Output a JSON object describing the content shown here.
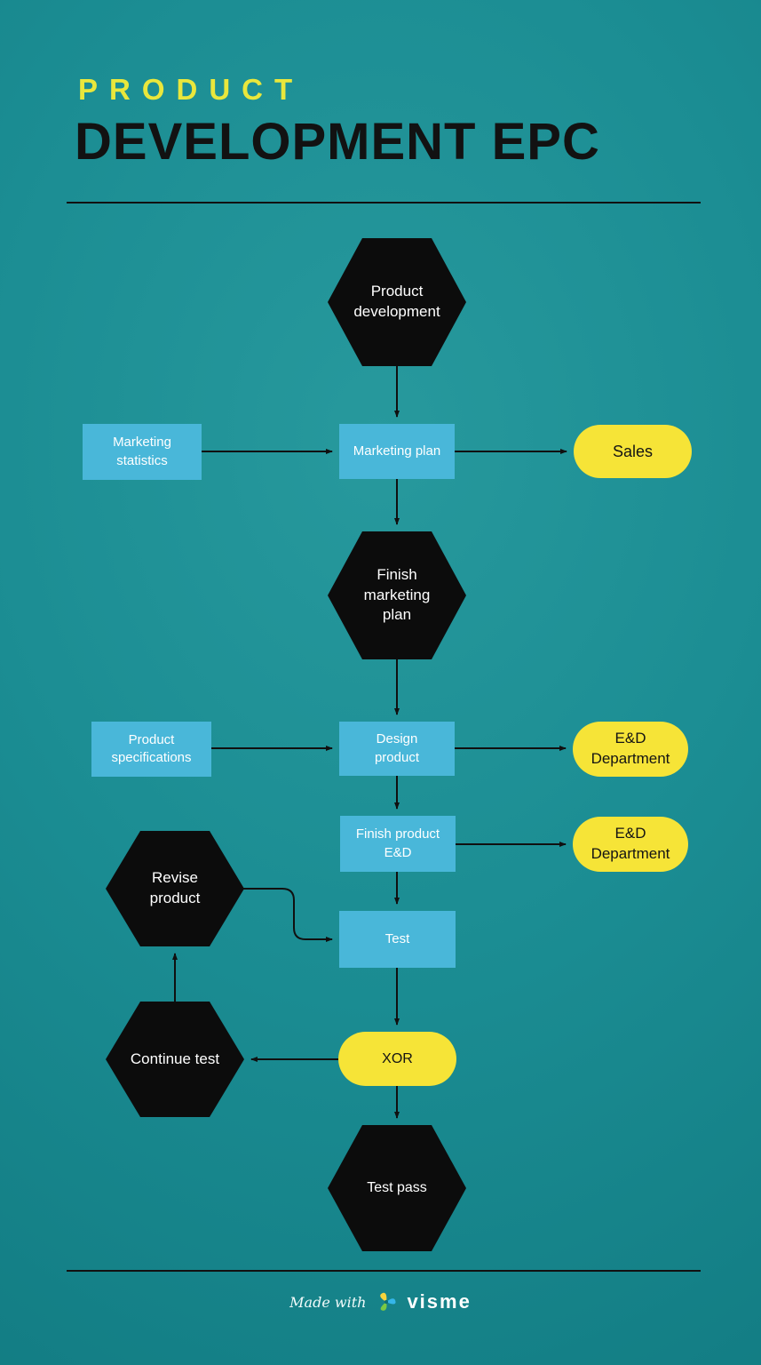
{
  "title": {
    "kicker": "PRODUCT",
    "main": "DEVELOPMENT EPC"
  },
  "diagram": {
    "product_development": "Product development",
    "marketing_statistics": "Marketing statistics",
    "marketing_plan": "Marketing plan",
    "sales": "Sales",
    "finish_marketing_plan": "Finish marketing plan",
    "product_specifications": "Product specifications",
    "design_product": "Design product",
    "ed_department_top": "E&D Department",
    "finish_product_ed": "Finish product E&D",
    "ed_department_bottom": "E&D Department",
    "revise_product": "Revise product",
    "test": "Test",
    "continue_test": "Continue test",
    "xor": "XOR",
    "test_pass": "Test pass"
  },
  "footer": {
    "made_with": "Made with",
    "brand": "visme"
  },
  "colors": {
    "background_teal": "#1b8d93",
    "node_black": "#0c0c0c",
    "node_blue": "#49b7d9",
    "node_yellow": "#f6e437",
    "title_yellow": "#e9e73c",
    "arrow": "#101010"
  }
}
